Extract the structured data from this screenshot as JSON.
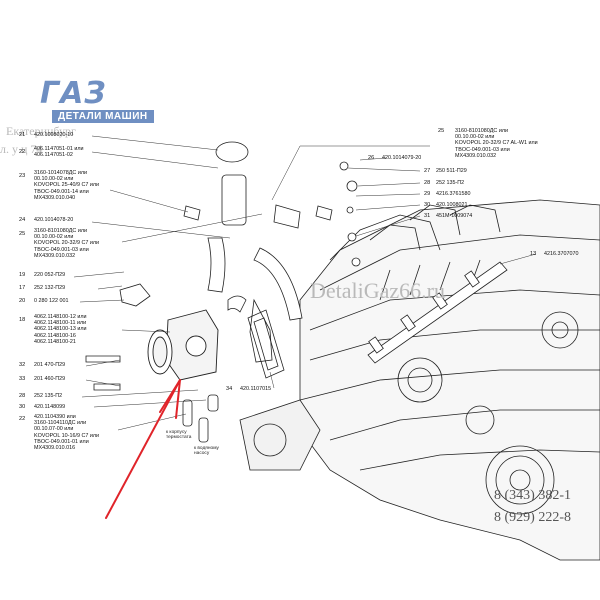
{
  "watermark": {
    "logo_main": "ГАЗ",
    "logo_sub": "ДЕТАЛИ МАШИН",
    "city": "Екатеринбург",
    "address": "л. у              ц 74",
    "site": "DetaliGaz66.ru",
    "phone1": "8 (343) 382-1",
    "phone2": "8 (929) 222-8"
  },
  "callouts": {
    "c21": {
      "num": "21",
      "text": "420.1008020-10"
    },
    "c22": {
      "num": "22",
      "text": "406.1147051-01 или\n406.1147051-02"
    },
    "c23": {
      "num": "23",
      "text": "3160-1014078ДС или\n00.10.00-02 или\nKOVOPOL 25-40/9 C7 или\nTBOC-049.001-14 или\nMX4309.010.040"
    },
    "c24": {
      "num": "24",
      "text": "420.1014078-20"
    },
    "c25l": {
      "num": "25",
      "text": "3160-8101080ДС или\n00.10.00-02 или\nKOVOPOL 20-32/9 C7 или\nTBOC-049.001-03 или\nMX4309.010.032"
    },
    "c19": {
      "num": "19",
      "text": "220 052-П29"
    },
    "c17": {
      "num": "17",
      "text": "252 132-П29"
    },
    "c20": {
      "num": "20",
      "text": "0 280 122 001"
    },
    "c18": {
      "num": "18",
      "text": "4062.1148100-12 или\n4062.1148100-11 или\n4062.1148100-13 или\n4062.1148100-16\n4062.1148100-21"
    },
    "c32": {
      "num": "32",
      "text": "201 470-П29"
    },
    "c33": {
      "num": "33",
      "text": "201 460-П29"
    },
    "c28l": {
      "num": "28",
      "text": "252 135-П2"
    },
    "c30l": {
      "num": "30",
      "text": "420.1148099"
    },
    "c22b": {
      "num": "22",
      "text": "420.1104390 или\n3160-1104110ДС или\n00.10.07-00 или\nKOVOPOL 10-16/9 C7 или\nTBOC-049.001-01 или\nMX4309.010.016"
    },
    "c34": {
      "num": "34",
      "text": "420.1107015"
    },
    "c25r": {
      "num": "25",
      "text": "3160-8101080ДС или\n00.10.00-02 или\nKOVOPOL 20-32/9 C7 AL-W1 или\nTBOC-049.001-03 или\nMX4309.010.032"
    },
    "c26": {
      "num": "26",
      "text": "420.1014079-20"
    },
    "c27": {
      "num": "27",
      "text": "250 511-П29"
    },
    "c28r": {
      "num": "28",
      "text": "252 135-П2"
    },
    "c29": {
      "num": "29",
      "text": "4216.3761580"
    },
    "c30r": {
      "num": "30",
      "text": "420.1008021"
    },
    "c31": {
      "num": "31",
      "text": "451М-1009074"
    },
    "c13": {
      "num": "13",
      "text": "4216.3707070"
    }
  },
  "notes": {
    "thermostat": "к корпусу\nтермостата",
    "pump": "к водяному\nнасосу"
  },
  "colors": {
    "arrow": "#e0242a",
    "logo": "#6f8fc2",
    "watermark": "#b9b9b9"
  }
}
